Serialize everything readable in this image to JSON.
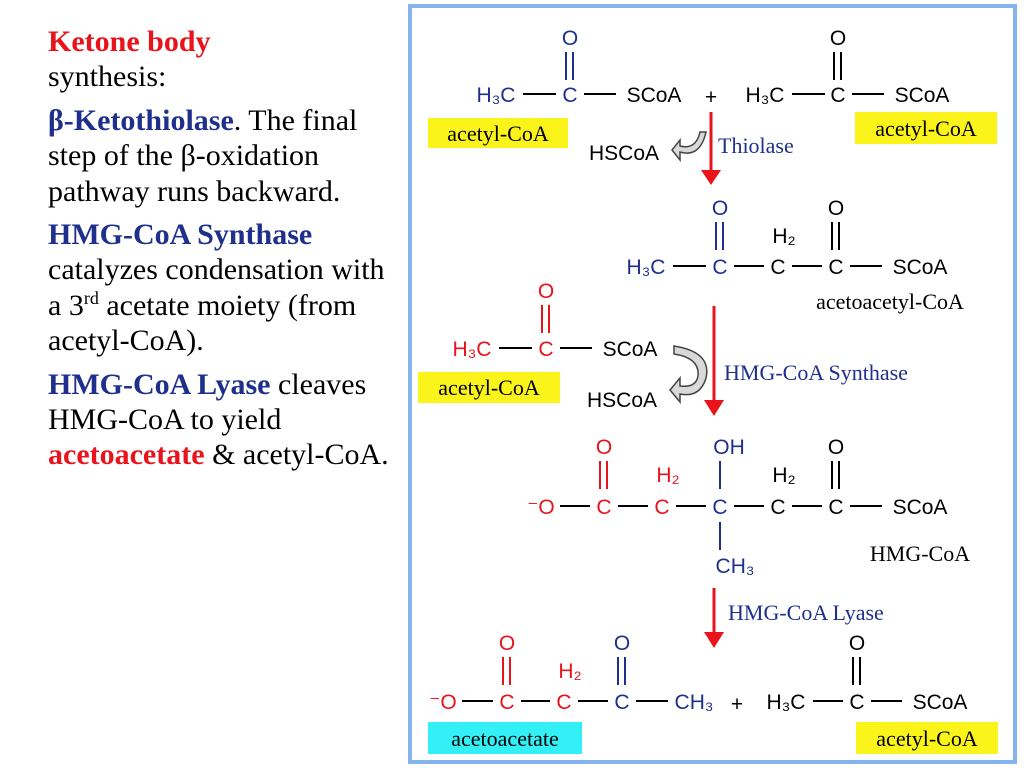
{
  "left": {
    "p1": {
      "t1": "Ketone body",
      "t2": "synthesis:"
    },
    "p2": {
      "t1": "β-Ketothiolase",
      "t2": ". The final step of the β-oxidation pathway runs backward."
    },
    "p3": {
      "t1": "HMG-CoA Synthase",
      "t2": " catalyzes condensation with a 3",
      "sup": "rd",
      "t3": " acetate moiety (from acetyl-CoA)."
    },
    "p4": {
      "t1": "HMG-CoA Lyase",
      "t2": " cleaves HMG-CoA to yield ",
      "t3": "acetoacetate",
      "t4": " & acetyl-CoA."
    }
  },
  "atoms": {
    "O": "O",
    "C": "C",
    "H3C": "H₃C",
    "SCoA": "SCoA",
    "H2": "H₂",
    "OH": "OH",
    "CH3": "CH₃",
    "negO": "⁻O",
    "plus": "+",
    "HSCoA": "HSCoA"
  },
  "labels": {
    "acetyl_coa": "acetyl-CoA",
    "acetoacetyl_coa": "acetoacetyl-CoA",
    "hmg_coa": "HMG-CoA",
    "acetoacetate": "acetoacetate",
    "thiolase": "Thiolase",
    "hmg_synthase": "HMG-CoA Synthase",
    "hmg_lyase": "HMG-CoA Lyase"
  },
  "colors": {
    "blue": "#1f2f8c",
    "red": "#e8131b",
    "frame": "#84b4ee",
    "yellow": "#fbf41a",
    "cyan": "#33f0f7",
    "arrow": "#e8131b"
  }
}
